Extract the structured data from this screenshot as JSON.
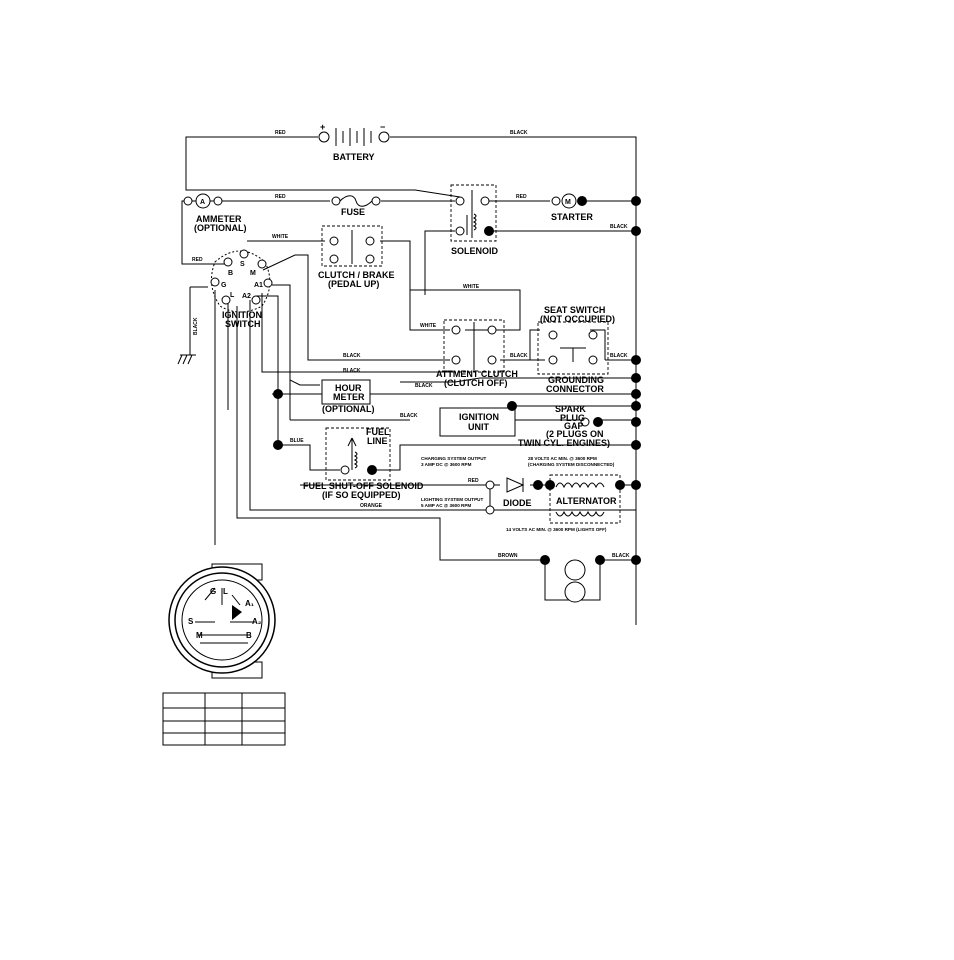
{
  "components": {
    "battery": "BATTERY",
    "battery_plus": "+",
    "battery_minus": "−",
    "ammeter": "AMMETER",
    "ammeter_opt": "(OPTIONAL)",
    "ammeter_symbol": "A",
    "fuse": "FUSE",
    "solenoid": "SOLENOID",
    "starter": "STARTER",
    "starter_symbol": "M",
    "clutch_brake": "CLUTCH / BRAKE",
    "pedal_up": "(PEDAL UP)",
    "ignition_switch_1": "IGNITION",
    "ignition_switch_2": "SWITCH",
    "seat_switch": "SEAT SWITCH",
    "not_occupied": "(NOT OCCUPIED)",
    "grounding_1": "GROUNDING",
    "grounding_2": "CONNECTOR",
    "attment_clutch": "ATTMENT CLUTCH",
    "clutch_off": "(CLUTCH OFF)",
    "hour_meter_1": "HOUR",
    "hour_meter_2": "METER",
    "hour_meter_opt": "(OPTIONAL)",
    "ignition_unit_1": "IGNITION",
    "ignition_unit_2": "UNIT",
    "spark_1": "SPARK",
    "spark_2": "PLUG",
    "spark_3": "GAP",
    "plugs_1": "(2 PLUGS ON",
    "plugs_2": "TWIN CYL. ENGINES)",
    "fuel_line_1": "FUEL",
    "fuel_line_2": "LINE",
    "fuel_solenoid_1": "FUEL SHUT-OFF SOLENOID",
    "fuel_solenoid_2": "(IF SO EQUIPPED)",
    "diode": "DIODE",
    "alternator": "ALTERNATOR"
  },
  "terminals": {
    "B": "B",
    "S": "S",
    "M": "M",
    "G": "G",
    "L": "L",
    "A1": "A1",
    "A2": "A2"
  },
  "wires": {
    "red": "RED",
    "black": "BLACK",
    "white": "WHITE",
    "blue": "BLUE",
    "orange": "ORANGE",
    "brown": "BROWN"
  },
  "notes": {
    "charging_1": "CHARGING SYSTEM OUTPUT",
    "charging_2": "3 AMP DC @ 3600 RPM",
    "volts28_1": "28 VOLTS AC MIN. @ 3600 RPM",
    "volts28_2": "(CHARGING SYSTEM DISCONNECTED)",
    "lighting_1": "LIGHTING SYSTEM OUTPUT",
    "lighting_2": "5 AMP AC @ 3600 RPM",
    "volts14": "14 VOLTS AC MIN. @ 3600 RPM (LIGHTS OFF)"
  },
  "switch_face": {
    "G": "G",
    "L": "L",
    "A1": "A₁",
    "A2": "A₂",
    "S": "S",
    "M": "M",
    "B": "B"
  },
  "table": {
    "rows": 4,
    "cols": 3
  },
  "colors": {
    "ink": "#000000",
    "paper": "#ffffff"
  }
}
